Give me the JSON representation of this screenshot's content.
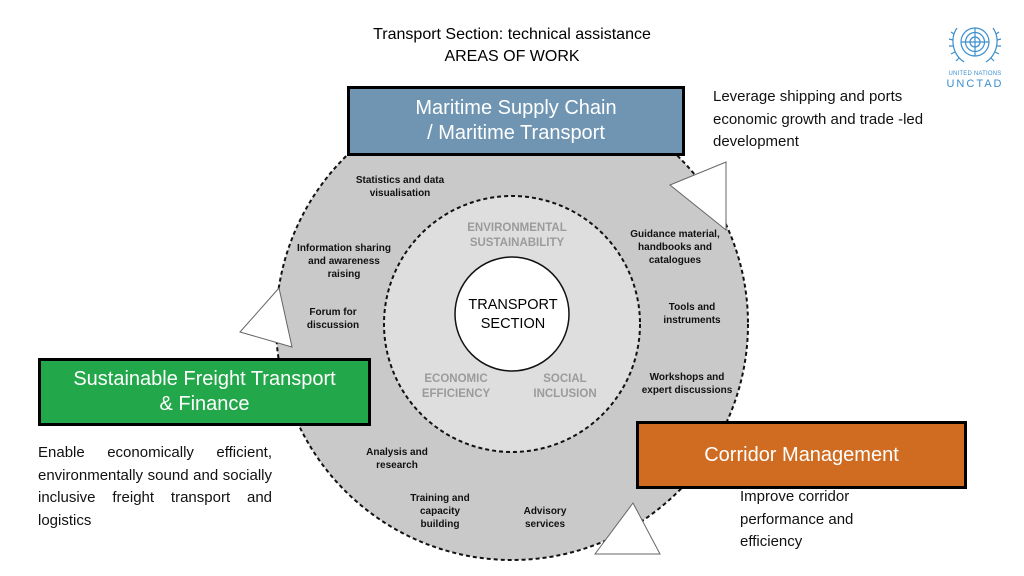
{
  "header": {
    "line1": "Transport Section: technical assistance",
    "line2": "AREAS OF WORK"
  },
  "logo": {
    "icon": "un-emblem-icon",
    "org_small": "UNITED NATIONS",
    "org_big": "UNCTAD",
    "color": "#3b8fd0"
  },
  "boxes": {
    "maritime": {
      "line1": "Maritime Supply Chain",
      "line2": "/ Maritime Transport",
      "color": "#6f95b2"
    },
    "sft": {
      "line1": "Sustainable Freight Transport",
      "line2": "& Finance",
      "color": "#22a84a"
    },
    "corridor": {
      "label": "Corridor Management",
      "color": "#cf6c21"
    }
  },
  "descriptions": {
    "maritime": {
      "line1": "Leverage shipping and ports",
      "line2": "economic growth and trade -led",
      "line3": "development"
    },
    "sft": "Enable economically efficient, environmentally sound and socially inclusive freight transport and logistics",
    "corridor": {
      "line1": "Improve corridor",
      "line2": "performance and",
      "line3": "efficiency"
    }
  },
  "center": {
    "line1": "TRANSPORT",
    "line2": "SECTION"
  },
  "themes": {
    "environmental": {
      "line1": "ENVIRONMENTAL",
      "line2": "SUSTAINABILITY"
    },
    "economic": {
      "line1": "ECONOMIC",
      "line2": "EFFICIENCY"
    },
    "social": {
      "line1": "SOCIAL",
      "line2": "INCLUSION"
    }
  },
  "activities": {
    "statistics": {
      "line1": "Statistics and data",
      "line2": "visualisation"
    },
    "info_sharing": {
      "line1": "Information sharing",
      "line2": "and awareness",
      "line3": "raising"
    },
    "forum": {
      "line1": "Forum for",
      "line2": "discussion"
    },
    "guidance": {
      "line1": "Guidance material,",
      "line2": "handbooks and",
      "line3": "catalogues"
    },
    "tools": {
      "line1": "Tools and",
      "line2": "instruments"
    },
    "workshops": {
      "line1": "Workshops and",
      "line2": "expert discussions"
    },
    "analysis": {
      "line1": "Analysis and",
      "line2": "research"
    },
    "training": {
      "line1": "Training and",
      "line2": "capacity",
      "line3": "building"
    },
    "advisory": {
      "line1": "Advisory",
      "line2": "services"
    }
  },
  "colors": {
    "outer_ring": "#c9c9c9",
    "inner_ring": "#dedede",
    "ring_dash": "#111111"
  }
}
